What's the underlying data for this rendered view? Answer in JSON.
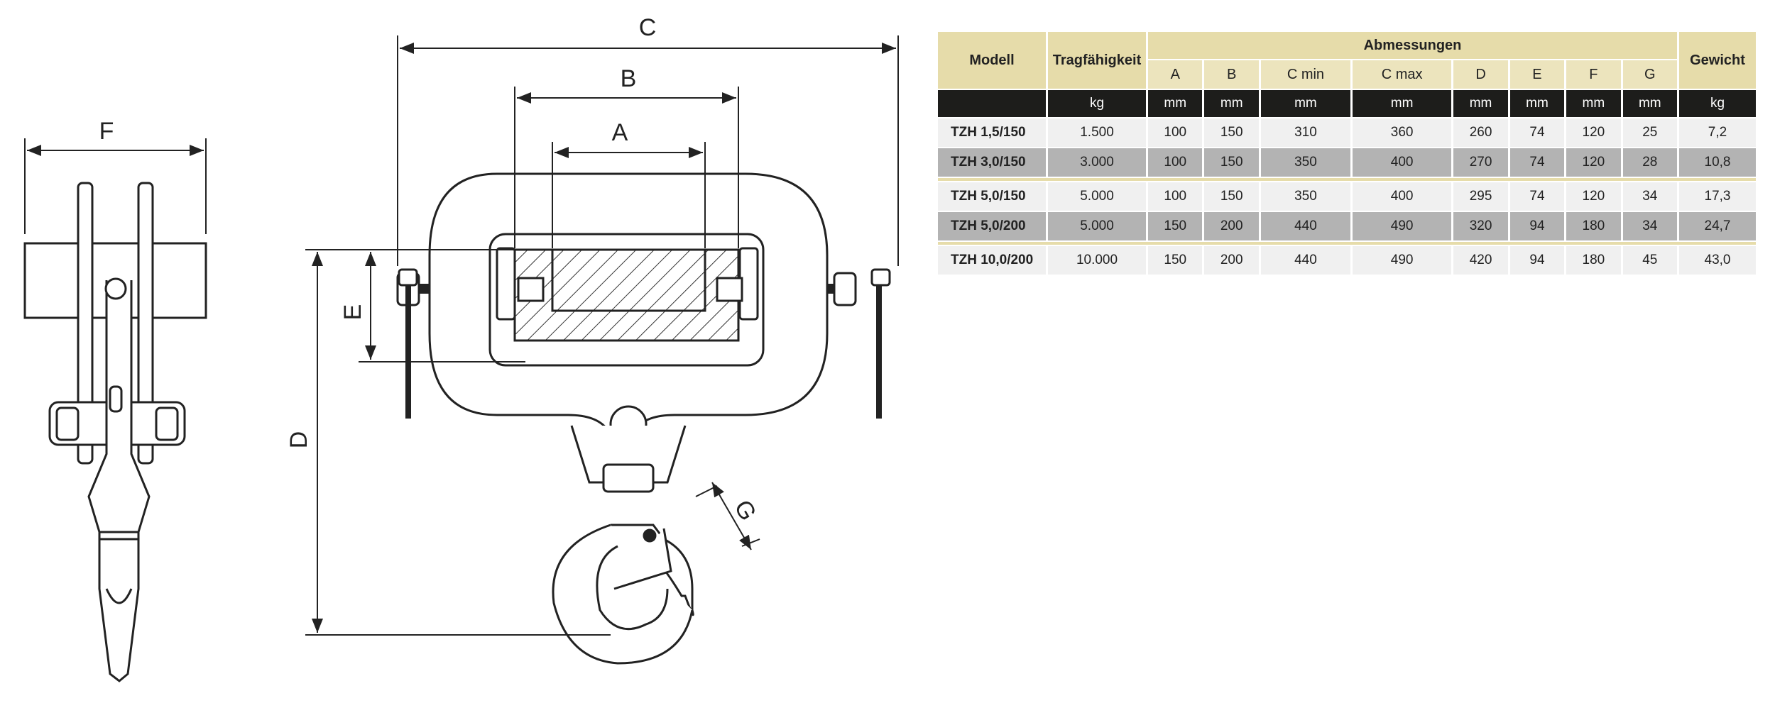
{
  "dimension_labels": {
    "A": "A",
    "B": "B",
    "C": "C",
    "D": "D",
    "E": "E",
    "F": "F",
    "G": "G"
  },
  "table": {
    "headers": {
      "model": "Modell",
      "capacity": "Tragfähigkeit",
      "dimensions": "Abmessungen",
      "weight": "Gewicht",
      "dim_columns": [
        "A",
        "B",
        "C min",
        "C max",
        "D",
        "E",
        "F",
        "G"
      ]
    },
    "units": {
      "capacity": "kg",
      "dims": [
        "mm",
        "mm",
        "mm",
        "mm",
        "mm",
        "mm",
        "mm",
        "mm"
      ],
      "weight": "kg"
    },
    "rows": [
      {
        "model": "TZH 1,5/150",
        "capacity": "1.500",
        "dims": [
          "100",
          "150",
          "310",
          "360",
          "260",
          "74",
          "120",
          "25"
        ],
        "weight": "7,2"
      },
      {
        "model": "TZH 3,0/150",
        "capacity": "3.000",
        "dims": [
          "100",
          "150",
          "350",
          "400",
          "270",
          "74",
          "120",
          "28"
        ],
        "weight": "10,8"
      },
      {
        "model": "TZH 5,0/150",
        "capacity": "5.000",
        "dims": [
          "100",
          "150",
          "350",
          "400",
          "295",
          "74",
          "120",
          "34"
        ],
        "weight": "17,3"
      },
      {
        "model": "TZH 5,0/200",
        "capacity": "5.000",
        "dims": [
          "150",
          "200",
          "440",
          "490",
          "320",
          "94",
          "180",
          "34"
        ],
        "weight": "24,7"
      },
      {
        "model": "TZH 10,0/200",
        "capacity": "10.000",
        "dims": [
          "150",
          "200",
          "440",
          "490",
          "420",
          "94",
          "180",
          "45"
        ],
        "weight": "43,0"
      }
    ]
  }
}
